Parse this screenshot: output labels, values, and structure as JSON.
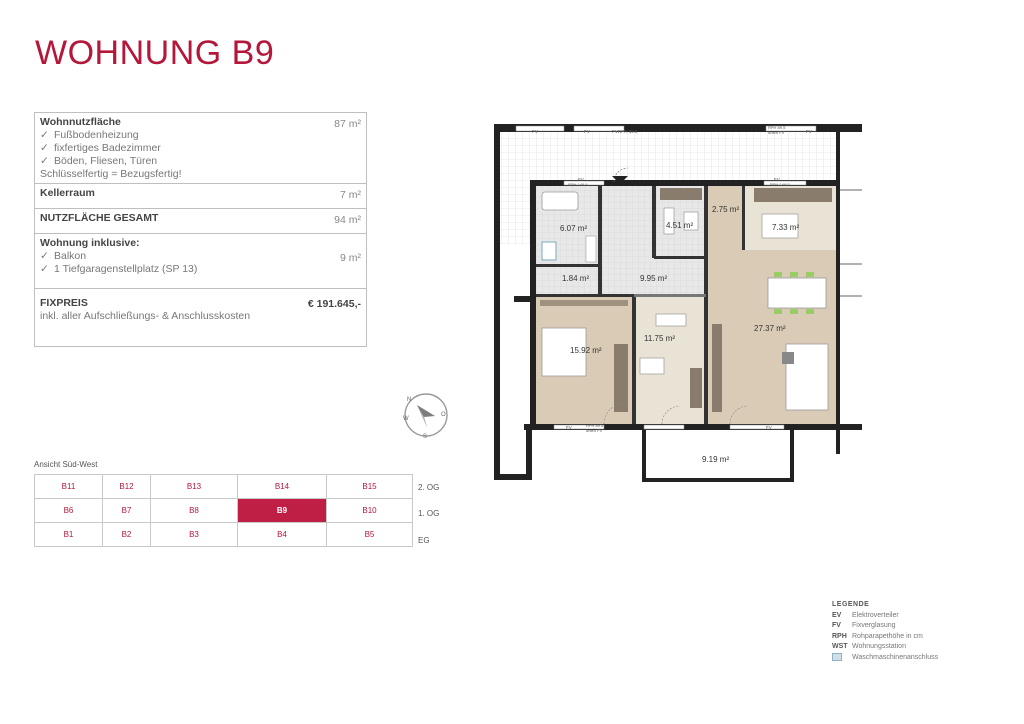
{
  "header": {
    "title": "WOHNUNG B9"
  },
  "info": {
    "wohnnutzflaeche": {
      "label": "Wohnnutzfläche",
      "value": "87 m²",
      "features": [
        "Fußbodenheizung",
        "fixfertiges Badezimmer",
        "Böden, Fliesen, Türen"
      ],
      "note": "Schlüsselfertig = Bezugsfertig!"
    },
    "kellerraum": {
      "label": "Kellerraum",
      "value": "7 m²"
    },
    "nutzflaeche": {
      "label": "NUTZFLÄCHE GESAMT",
      "value": "94 m²"
    },
    "inklusive": {
      "label": "Wohnung inklusive:",
      "items": [
        "Balkon",
        "1 Tiefgaragenstellplatz (SP 13)"
      ],
      "value": "9 m²"
    },
    "fixpreis": {
      "label": "FIXPREIS",
      "value": "€ 191.645,-",
      "note": "inkl. aller Aufschließungs- & Anschlusskosten"
    },
    "check_glyph": "✓"
  },
  "elevation": {
    "label": "Ansicht Süd-West",
    "rows": [
      {
        "floor": "2. OG",
        "units": [
          "B11",
          "B12",
          "B13",
          "B14",
          "B15"
        ]
      },
      {
        "floor": "1. OG",
        "units": [
          "B6",
          "B7",
          "B8",
          "B9",
          "B10"
        ]
      },
      {
        "floor": "EG",
        "units": [
          "B1",
          "B2",
          "B3",
          "B4",
          "B5"
        ]
      }
    ],
    "selected": "B9",
    "accent_color": "#c01f45"
  },
  "plan": {
    "rooms": {
      "bad": "6.07 m²",
      "wc_ab": "4.51 m²",
      "speis": "2.75 m²",
      "kueche": "7.33 m²",
      "wc": "1.84 m²",
      "vorraum": "9.95 m²",
      "schlaf": "15.92 m²",
      "kind": "11.75 m²",
      "wohnen": "27.37 m²",
      "balkon": "9.19 m²"
    },
    "window_labels": {
      "fv": "FV",
      "rph_top": "RPH 89.5",
      "rph_top2": "RPH 89.5",
      "rph_top2_sub": "unten FV",
      "rph_bad": "RPH 149.5",
      "rph_kue": "RPH 149.5",
      "rph_bottom": "RPH 89.5",
      "rph_bottom_sub": "unten FV"
    }
  },
  "legend": {
    "title": "LEGENDE",
    "items": [
      {
        "abbr": "EV",
        "text": "Elektroverteiler"
      },
      {
        "abbr": "FV",
        "text": "Fixverglasung"
      },
      {
        "abbr": "RPH",
        "text": "Rohparapethöhe in cm"
      },
      {
        "abbr": "WST",
        "text": "Wohnungsstation"
      }
    ],
    "wm_text": "Waschmaschinenanschluss"
  },
  "colors": {
    "accent": "#b4173a",
    "floor_wood": "#d9cbb5",
    "floor_tile": "#e6e6e6"
  }
}
